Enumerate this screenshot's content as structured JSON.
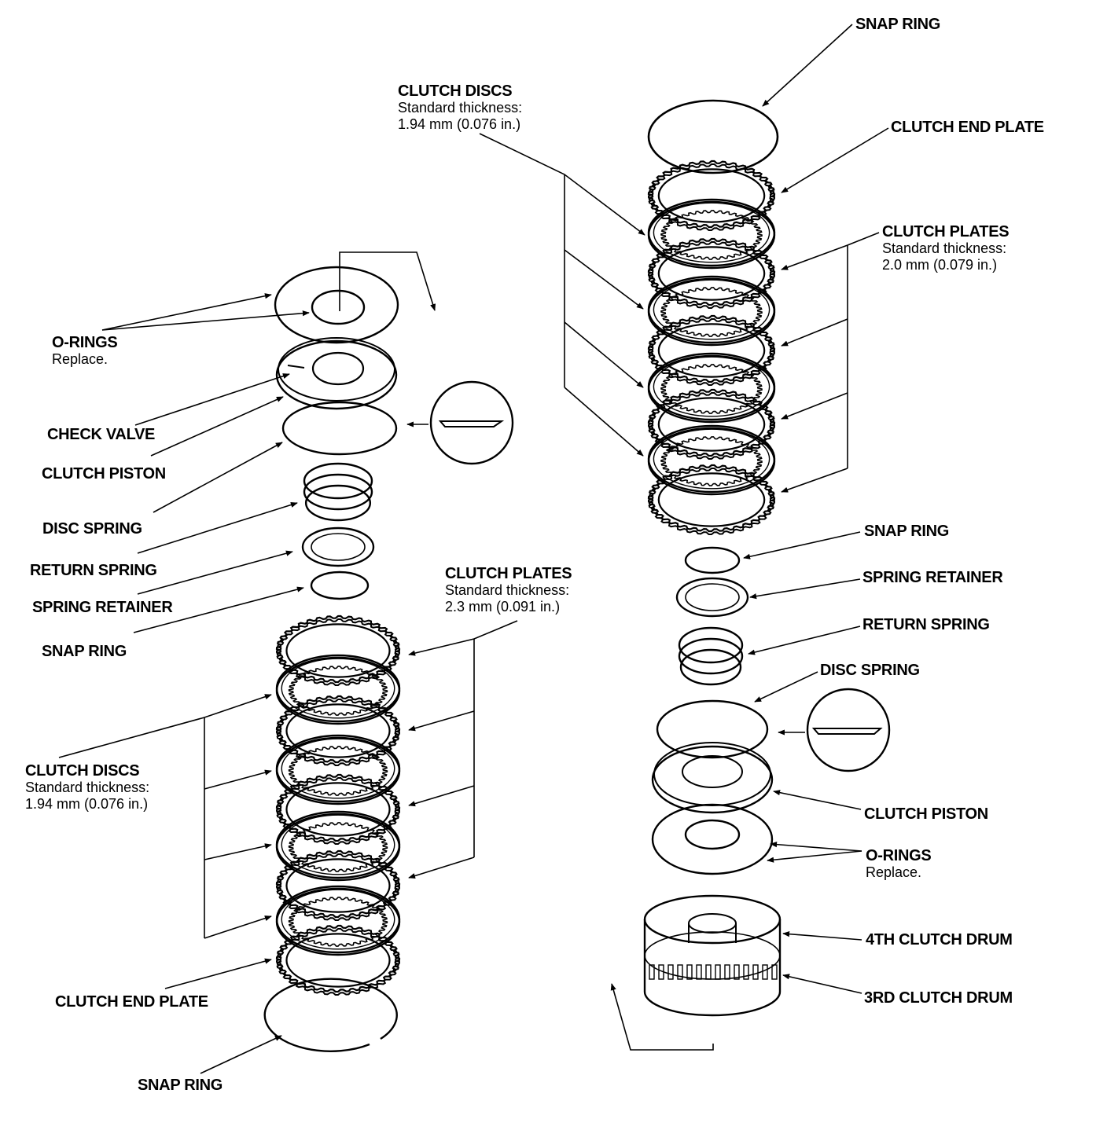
{
  "left": {
    "o_rings": {
      "title": "O-RINGS",
      "note": "Replace."
    },
    "check_valve": "CHECK VALVE",
    "clutch_piston": "CLUTCH PISTON",
    "disc_spring": "DISC SPRING",
    "return_spring": "RETURN SPRING",
    "spring_retainer": "SPRING RETAINER",
    "snap_ring_upper": "SNAP RING",
    "clutch_plates": {
      "title": "CLUTCH PLATES",
      "line1": "Standard thickness:",
      "line2": "2.3 mm (0.091 in.)"
    },
    "clutch_discs": {
      "title": "CLUTCH DISCS",
      "line1": "Standard thickness:",
      "line2": "1.94 mm (0.076 in.)"
    },
    "clutch_end_plate": "CLUTCH END PLATE",
    "snap_ring_lower": "SNAP RING"
  },
  "right": {
    "snap_ring_top": "SNAP RING",
    "clutch_discs": {
      "title": "CLUTCH DISCS",
      "line1": "Standard thickness:",
      "line2": "1.94 mm (0.076 in.)"
    },
    "clutch_end_plate": "CLUTCH END PLATE",
    "clutch_plates": {
      "title": "CLUTCH PLATES",
      "line1": "Standard thickness:",
      "line2": "2.0 mm (0.079 in.)"
    },
    "snap_ring_mid": "SNAP RING",
    "spring_retainer": "SPRING RETAINER",
    "return_spring": "RETURN SPRING",
    "disc_spring": "DISC SPRING",
    "clutch_piston": "CLUTCH PISTON",
    "o_rings": {
      "title": "O-RINGS",
      "note": "Replace."
    },
    "fourth_clutch_drum": "4TH CLUTCH DRUM",
    "third_clutch_drum": "3RD CLUTCH DRUM"
  }
}
